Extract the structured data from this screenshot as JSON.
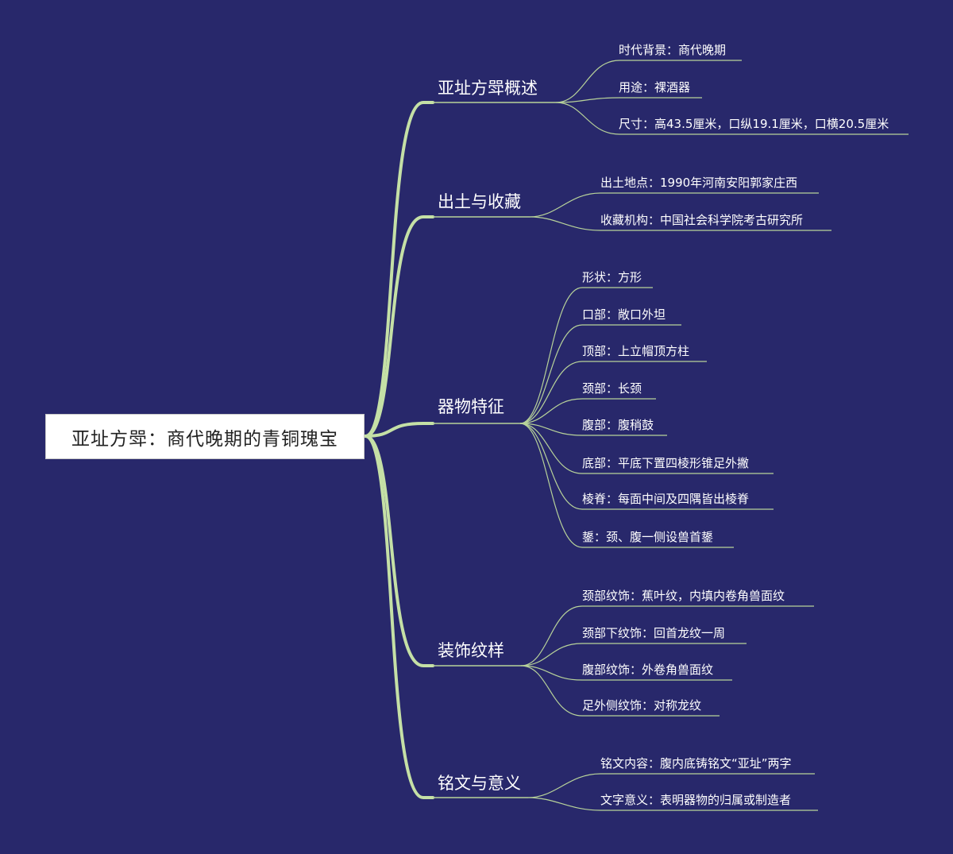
{
  "root": {
    "label": "亚址方斝：商代晚期的青铜瑰宝"
  },
  "colors": {
    "background": "#28286b",
    "main_line": "#c5e0a6",
    "leaf_line": "#b8d39a",
    "text": "#ffffff",
    "root_fill": "#ffffff"
  },
  "branches": [
    {
      "label": "亚址方斝概述",
      "children": [
        {
          "label": "时代背景：商代晚期"
        },
        {
          "label": "用途：祼酒器"
        },
        {
          "label": "尺寸：高43.5厘米，口纵19.1厘米，口横20.5厘米"
        }
      ]
    },
    {
      "label": "出土与收藏",
      "children": [
        {
          "label": "出土地点：1990年河南安阳郭家庄西"
        },
        {
          "label": "收藏机构：中国社会科学院考古研究所"
        }
      ]
    },
    {
      "label": "器物特征",
      "children": [
        {
          "label": "形状：方形"
        },
        {
          "label": "口部：敞口外坦"
        },
        {
          "label": "顶部：上立帽顶方柱"
        },
        {
          "label": "颈部：长颈"
        },
        {
          "label": "腹部：腹稍鼓"
        },
        {
          "label": "底部：平底下置四棱形锥足外撇"
        },
        {
          "label": "棱脊：每面中间及四隅皆出棱脊"
        },
        {
          "label": "鋬：颈、腹一侧设兽首鋬"
        }
      ]
    },
    {
      "label": "装饰纹样",
      "children": [
        {
          "label": "颈部纹饰：蕉叶纹，内填内卷角兽面纹"
        },
        {
          "label": "颈部下纹饰：回首龙纹一周"
        },
        {
          "label": "腹部纹饰：外卷角兽面纹"
        },
        {
          "label": "足外侧纹饰：对称龙纹"
        }
      ]
    },
    {
      "label": "铭文与意义",
      "children": [
        {
          "label": "铭文内容：腹内底铸铭文“亚址”两字"
        },
        {
          "label": "文字意义：表明器物的归属或制造者"
        }
      ]
    }
  ]
}
